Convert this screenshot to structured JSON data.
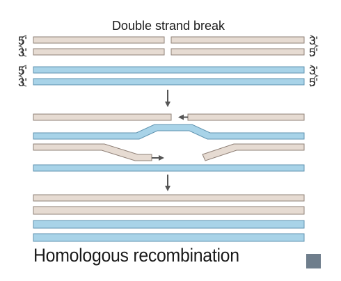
{
  "diagram": {
    "title": "Double strand break",
    "caption": "Homologous recombination",
    "end_labels": {
      "five_prime": "5'",
      "three_prime": "3'"
    }
  },
  "colors": {
    "damaged_dna": "#e6dbd2",
    "damaged_dna_edge": "#8f8077",
    "template_dna": "#a8d3e8",
    "template_dna_edge": "#5f93b0",
    "arrow": "#555555",
    "text": "#1a1a1a",
    "corner_square": "#6f7e8c"
  },
  "icons": {
    "process_arrow": "arrow-down-icon",
    "extension_arrow": "arrow-right-icon",
    "end_marker": "bracket-icon"
  }
}
